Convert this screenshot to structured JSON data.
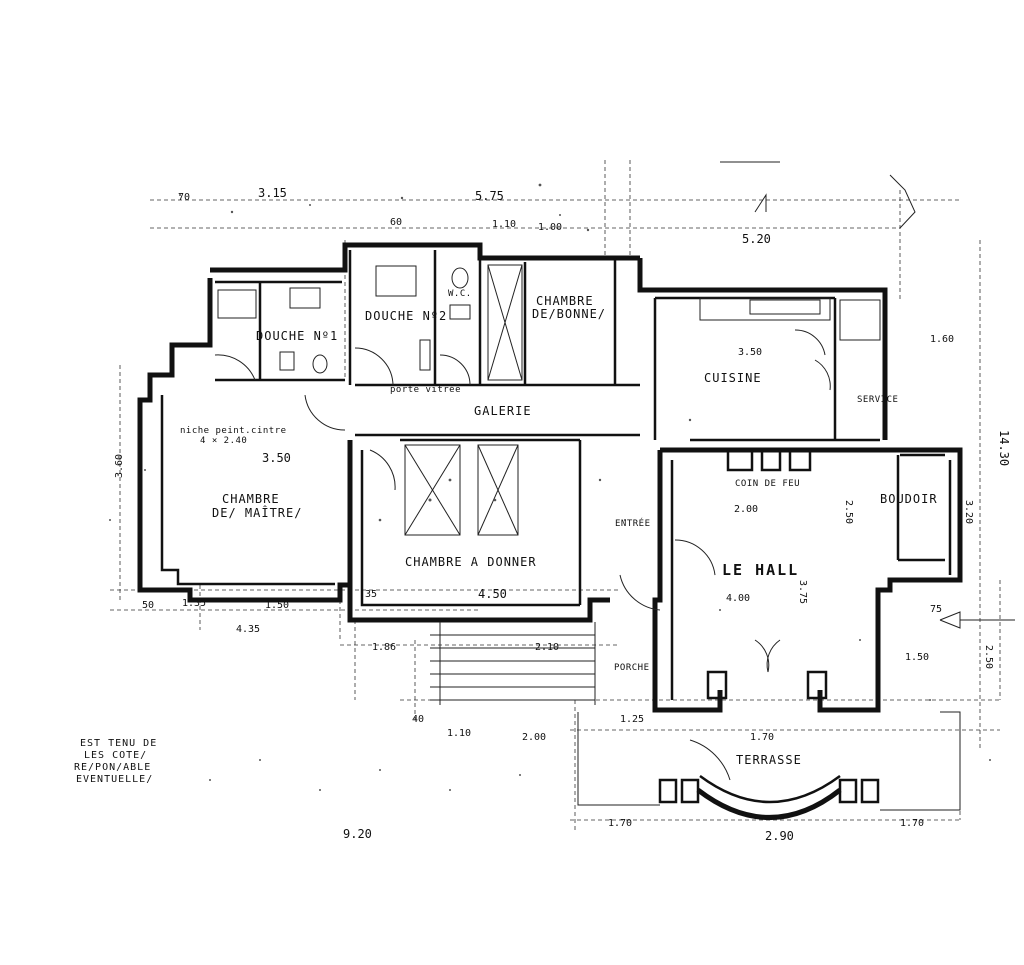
{
  "rooms": {
    "douche1": "DOUCHE Nº1",
    "douche2": "DOUCHE Nº2",
    "wc": "W.C.",
    "chambre_bonne_1": "CHAMBRE",
    "chambre_bonne_2": "DE/BONNE/",
    "galerie": "GALERIE",
    "cuisine": "CUISINE",
    "service": "SERVICE",
    "chambre_maitre_1": "CHAMBRE",
    "chambre_maitre_2": "DE/ MAÎTRE/",
    "niche": "niche peint.cintre",
    "niche_dim": "4 × 2.40",
    "coin_feu": "COIN DE FEU",
    "boudoir": "BOUDOIR",
    "entree": "ENTRÉE",
    "chambre_donner": "CHAMBRE A DONNER",
    "le_hall": "LE HALL",
    "porche": "PORCHE",
    "terrasse": "TERRASSE",
    "porte_vitree": "porte vitrée"
  },
  "dimensions": {
    "top_315": "3.15",
    "top_575": "5.75",
    "top_520": "5.20",
    "top_100": "1.00",
    "top_110": "1.10",
    "d_350a": "3.50",
    "d_350b": "3.50",
    "d_450": "4.50",
    "d_400": "4.00",
    "d_375": "3.75",
    "d_360": "3.60",
    "d_250": "2.50",
    "d_250b": "2.50",
    "d_210": "2.10",
    "d_200": "2.00",
    "d_200b": "2.00",
    "d_186": "1.86",
    "d_150": "1.50",
    "d_150b": "1.50",
    "d_135": "1.35",
    "d_125": "1.25",
    "d_110": "1.10",
    "d_435": "4.35",
    "d_290": "2.90",
    "d_170a": "1.70",
    "d_170b": "1.70",
    "d_170c": "1.70",
    "d_160": "1.60",
    "d_1430": "14.30",
    "d_320": "3.20",
    "d_920": "9.20",
    "d_50": "50",
    "d_35": "35",
    "d_75": "75",
    "d_60": "60",
    "d_70": "70",
    "d_40": "40"
  },
  "notes": {
    "line1": "EST TENU DE",
    "line2": "LES COTE/",
    "line3": "RE/PON/ABLE",
    "line4": "EVENTUELLE/"
  }
}
